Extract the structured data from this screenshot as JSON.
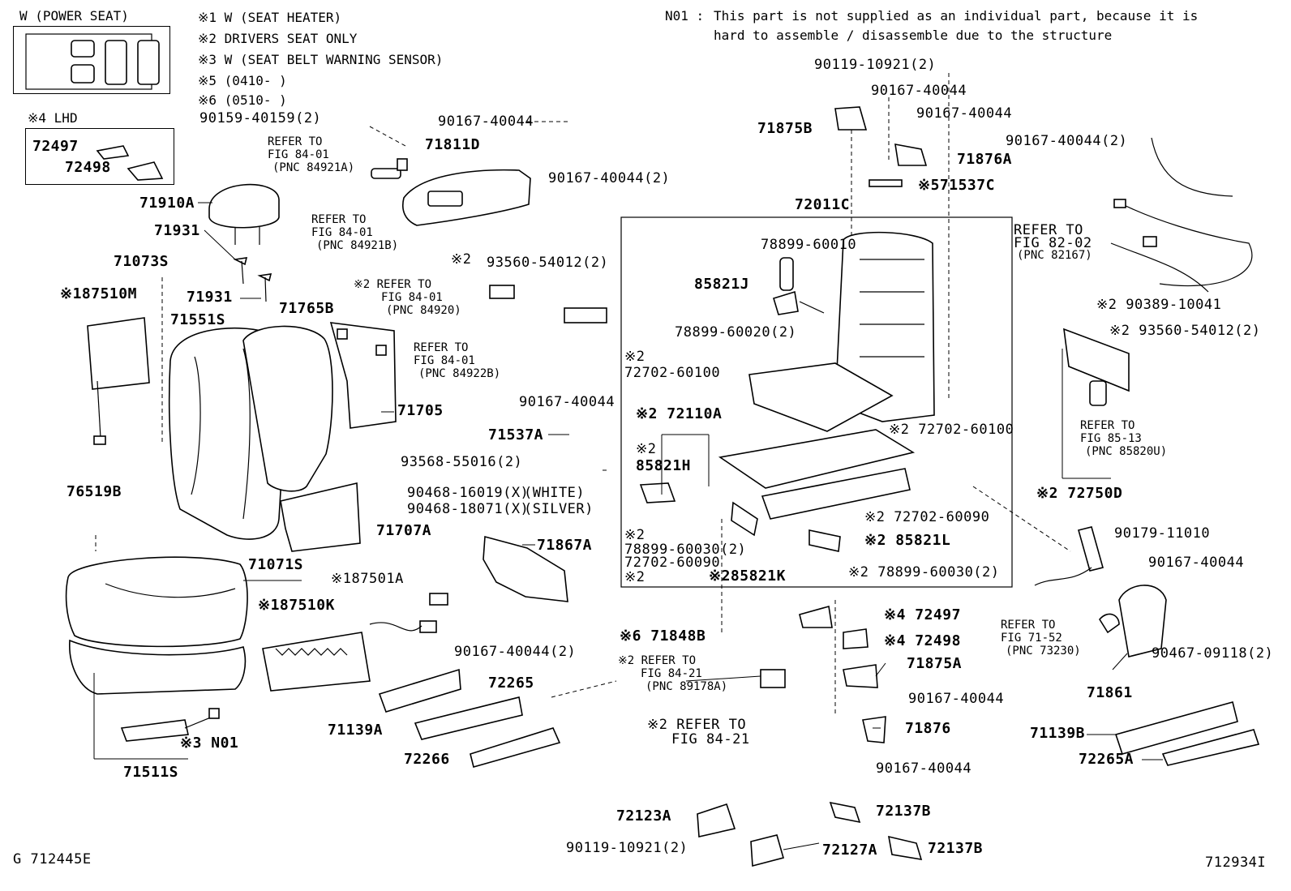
{
  "legend": {
    "power_seat": "W (POWER SEAT)",
    "notes": [
      "※1 W (SEAT HEATER)",
      "※2 DRIVERS SEAT ONLY",
      "※3 W (SEAT BELT WARNING SENSOR)",
      "※5 (0410-      )",
      "※6 (0510-      )"
    ],
    "lhd": "※4 LHD"
  },
  "note_n01": {
    "code": "N01 :",
    "line1": "This part is not supplied as an individual part, because it is",
    "line2": "hard to assemble / disassemble due to the structure"
  },
  "labels": {
    "p72497_lhd": "72497",
    "p72498_lhd": "72498",
    "p90159": "90159-40159(2)",
    "refer_84921a_1": "REFER TO",
    "refer_84921a_2": "FIG 84-01",
    "refer_84921a_3": "(PNC 84921A)",
    "p90167_a": "90167-40044",
    "p71811d": "71811D",
    "p71910a": "71910A",
    "refer_84921b_1": "REFER TO",
    "refer_84921b_2": "FIG 84-01",
    "refer_84921b_3": "(PNC 84921B)",
    "p90167_b": "90167-40044(2)",
    "p71931_a": "71931",
    "p71073s": "71073S",
    "p71931_b": "71931",
    "p187510m": "※187510M",
    "n2_a": "※2",
    "p93560_a": "93560-54012(2)",
    "refer_84920_1": "※2 REFER TO",
    "refer_84920_2": "FIG 84-01",
    "refer_84920_3": "(PNC 84920)",
    "p71765b": "71765B",
    "p71551s": "71551S",
    "refer_84922b_1": "REFER TO",
    "refer_84922b_2": "FIG 84-01",
    "refer_84922b_3": "(PNC 84922B)",
    "p90167_c": "90167-40044",
    "p71705": "71705",
    "p71537a": "71537A",
    "p93568": "93568-55016(2)",
    "p76519b": "76519B",
    "p90468_16019": "90468-16019(X)",
    "white": "(WHITE)",
    "p90468_18071": "90468-18071(X)",
    "silver": "(SILVER)",
    "p71707a": "71707A",
    "p71867a": "71867A",
    "p71071s": "71071S",
    "p187501a": "※187501A",
    "p187510k": "※187510K",
    "p90167_d": "90167-40044(2)",
    "p72265": "72265",
    "p71139a": "71139A",
    "p72266": "72266",
    "n3_n01": "※3 N01",
    "p71511s": "71511S",
    "fig_left": "G 712445E",
    "p90119_top": "90119-10921(2)",
    "p90167_e": "90167-40044",
    "p90167_f": "90167-40044",
    "p71875b": "71875B",
    "p90167_g": "90167-40044(2)",
    "p71876a": "71876A",
    "p71537c": "※571537C",
    "p72011c": "72011C",
    "p78899_60010": "78899-60010",
    "p85821j": "85821J",
    "p78899_60020": "78899-60020(2)",
    "n2_b": "※2",
    "p72702_60100_a": "72702-60100",
    "p72110a": "※2 72110A",
    "p85821h_n": "※2",
    "p85821h": "85821H",
    "p72702_60100_b": "※2 72702-60100",
    "p72702_60090_a": "※2 72702-60090",
    "p85821l": "※2 85821L",
    "n2_c": "※2",
    "p78899_60030_a": "78899-60030(2)",
    "p72702_60090_b": "72702-60090",
    "n2_d": "※2",
    "p85821k": "※285821K",
    "p78899_60030_b": "※2 78899-60030(2)",
    "p71848b": "※6 71848B",
    "refer_89178a_1": "※2 REFER TO",
    "refer_89178a_2": "FIG 84-21",
    "refer_89178a_3": "(PNC 89178A)",
    "refer_8421_1": "※2 REFER TO",
    "refer_8421_2": "FIG 84-21",
    "p72497_b": "※4 72497",
    "p72498_b": "※4 72498",
    "p71875a": "71875A",
    "p90167_h": "90167-40044",
    "p71876": "71876",
    "p90167_i": "90167-40044",
    "p72123a": "72123A",
    "p90119_bottom": "90119-10921(2)",
    "p72127a": "72127A",
    "p72137b_a": "72137B",
    "p72137b_b": "72137B",
    "refer_82167_1": "REFER TO",
    "refer_82167_2": "FIG 82-02",
    "refer_82167_3": "(PNC 82167)",
    "p90389": "※2 90389-10041",
    "p93560_b": "※2 93560-54012(2)",
    "refer_85820u_1": "REFER TO",
    "refer_85820u_2": "FIG 85-13",
    "refer_85820u_3": "(PNC 85820U)",
    "p72750d": "※2 72750D",
    "p90179": "90179-11010",
    "p90167_j": "90167-40044",
    "refer_73230_1": "REFER TO",
    "refer_73230_2": "FIG 71-52",
    "refer_73230_3": "(PNC 73230)",
    "p90467": "90467-09118(2)",
    "p71861": "71861",
    "p71139b": "71139B",
    "p72265a": "72265A",
    "fig_right": "712934I"
  }
}
